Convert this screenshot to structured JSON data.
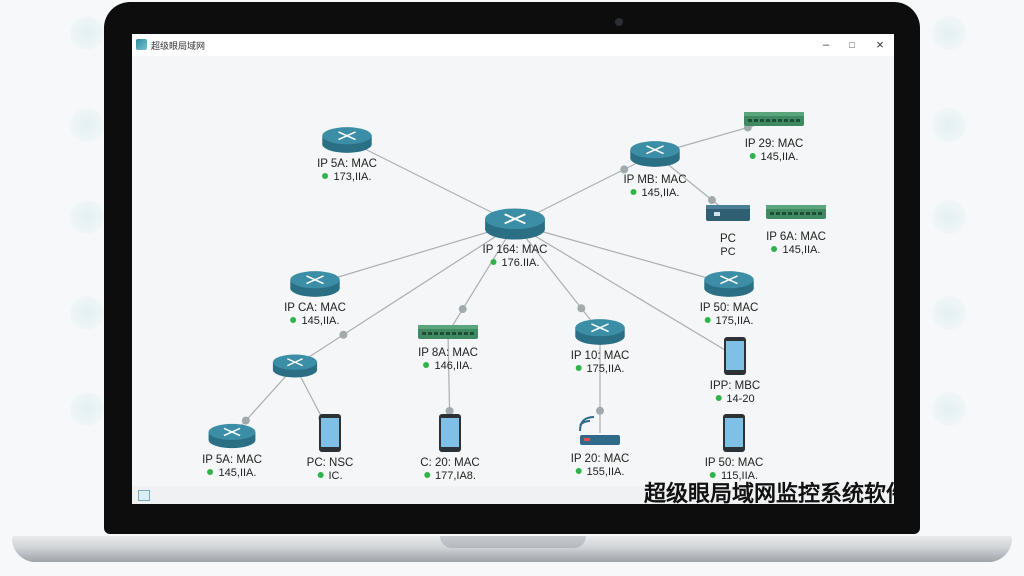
{
  "window": {
    "title": "超级眼局域网"
  },
  "window_controls": {
    "minimize": "–",
    "maximize": "□",
    "close": "×"
  },
  "overlay_caption": "超级眼局域网监控系统软件",
  "nodes": [
    {
      "id": "core",
      "type": "router",
      "line1": "IP 164: MAC",
      "line2": "176.IIA.",
      "status": "online"
    },
    {
      "id": "r_top",
      "type": "router",
      "line1": "IP 5A: MAC",
      "line2": "173,IIA.",
      "status": "online"
    },
    {
      "id": "r_mb",
      "type": "router",
      "line1": "IP MB: MAC",
      "line2": "145,IIA.",
      "status": "online"
    },
    {
      "id": "sw_29",
      "type": "switch",
      "line1": "IP 29: MAC",
      "line2": "145,IIA.",
      "status": "online"
    },
    {
      "id": "pc_tl",
      "type": "server",
      "line1": "PC",
      "line2": "PC",
      "status": ""
    },
    {
      "id": "sw_6a",
      "type": "switch",
      "line1": "IP 6A: MAC",
      "line2": "145,IIA.",
      "status": "online"
    },
    {
      "id": "r_ca",
      "type": "router",
      "line1": "IP CA: MAC",
      "line2": "145,IIA.",
      "status": "online"
    },
    {
      "id": "sw_8a",
      "type": "switch",
      "line1": "IP 8A: MAC",
      "line2": "146,IIA.",
      "status": "online"
    },
    {
      "id": "r_10",
      "type": "router",
      "line1": "IP 10: MAC",
      "line2": "175,IIA.",
      "status": "online"
    },
    {
      "id": "r_50",
      "type": "router",
      "line1": "IP 50: MAC",
      "line2": "175,IIA.",
      "status": "online"
    },
    {
      "id": "r_mid",
      "type": "router",
      "line1": "",
      "line2": "",
      "status": ""
    },
    {
      "id": "ph_ipp",
      "type": "phone",
      "line1": "IPP: MBC",
      "line2": "14-20",
      "status": "online"
    },
    {
      "id": "r_5a",
      "type": "router",
      "line1": "IP 5A: MAC",
      "line2": "145,IIA.",
      "status": "online"
    },
    {
      "id": "ph_pc",
      "type": "phone",
      "line1": "PC: NSC",
      "line2": "IC.",
      "status": "online"
    },
    {
      "id": "ph_20a",
      "type": "phone",
      "line1": "C: 20: MAC",
      "line2": "177,IA8.",
      "status": "online"
    },
    {
      "id": "ap_20",
      "type": "wifi",
      "line1": "IP 20: MAC",
      "line2": "155,IIA.",
      "status": "online"
    },
    {
      "id": "ph_50",
      "type": "phone",
      "line1": "IP 50: MAC",
      "line2": "115,IIA.",
      "status": "online"
    }
  ],
  "links": [
    [
      "core",
      "r_top"
    ],
    [
      "core",
      "r_mb"
    ],
    [
      "core",
      "r_ca"
    ],
    [
      "core",
      "r_mid"
    ],
    [
      "core",
      "sw_8a"
    ],
    [
      "core",
      "r_10"
    ],
    [
      "core",
      "r_50"
    ],
    [
      "core",
      "ph_ipp"
    ],
    [
      "r_mb",
      "sw_29"
    ],
    [
      "r_mb",
      "pc_tl"
    ],
    [
      "r_mid",
      "r_5a"
    ],
    [
      "r_mid",
      "ph_pc"
    ],
    [
      "sw_8a",
      "ph_20a"
    ],
    [
      "r_10",
      "ap_20"
    ]
  ],
  "colors": {
    "device_teal": "#3c8ea6",
    "device_dark": "#2a6f84",
    "switch_green": "#3f8a62",
    "link": "#a9b0b4",
    "online": "#2fb34a"
  }
}
